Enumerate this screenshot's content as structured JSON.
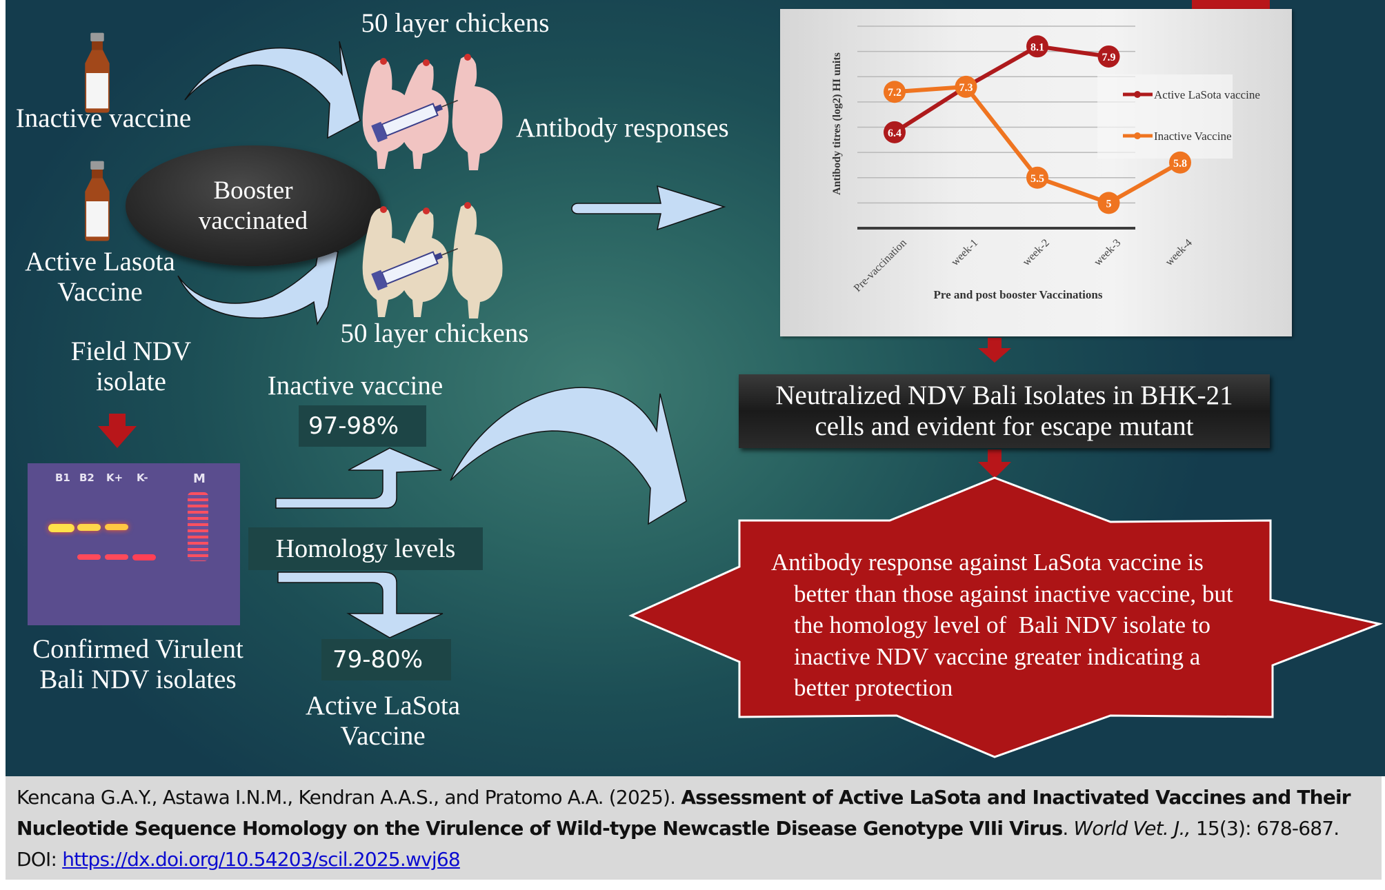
{
  "colors": {
    "background_teal": "#2a6462",
    "arrow_fill": "#c5dcf5",
    "accent_red": "#b8161a",
    "active_lasota_series": "#ae1a1c",
    "inactive_series": "#ef7420",
    "footer_bg": "#d9d9d9",
    "link": "#0b0bd0"
  },
  "vaccines": {
    "inactive_label": "Inactive vaccine",
    "active_label_line1": "Active Lasota",
    "active_label_line2": "Vaccine",
    "vial_icon": "vaccine-vial-icon"
  },
  "booster": {
    "line1": "Booster",
    "line2": "vaccinated"
  },
  "chickens": {
    "top_label": "50 layer chickens",
    "bottom_label": "50 layer chickens",
    "icon": "chicken-syringe-icon"
  },
  "antibody_label": "Antibody responses",
  "field": {
    "line1": "Field NDV",
    "line2": "isolate"
  },
  "gel": {
    "lanes": [
      "B1",
      "B2",
      "K+",
      "K-",
      "M"
    ]
  },
  "confirmed": {
    "line1": "Confirmed Virulent",
    "line2": "Bali NDV isolates"
  },
  "homology": {
    "title": "Homology levels",
    "inactive_label": "Inactive vaccine",
    "inactive_pct": "97-98%",
    "active_pct": "79-80%",
    "active_label_line1": "Active LaSota",
    "active_label_line2": "Vaccine"
  },
  "neutralized": {
    "line1": "Neutralized NDV Bali Isolates in BHK-21",
    "line2": "cells and evident for escape mutant"
  },
  "conclusion": {
    "lines": [
      "Antibody response against LaSota vaccine is",
      "better than those against inactive vaccine, but",
      "the homology level of  Bali NDV isolate to",
      "inactive NDV vaccine greater indicating a",
      "better protection"
    ]
  },
  "chart_data": {
    "type": "line",
    "title": "",
    "xlabel": "Pre and post booster Vaccinations",
    "ylabel": "Antibody titres (log2) HI units",
    "categories": [
      "Pre-vaccination",
      "week-1",
      "week-2",
      "week-3",
      "week-4"
    ],
    "series": [
      {
        "name": "Active LaSota vaccine",
        "color": "#ae1a1c",
        "values": [
          6.4,
          7.3,
          8.1,
          7.9,
          null
        ],
        "labels": [
          "6.4",
          "",
          "8.1",
          "7.9",
          ""
        ]
      },
      {
        "name": "Inactive Vaccine",
        "color": "#ef7420",
        "values": [
          7.2,
          7.3,
          5.5,
          5.0,
          5.8
        ],
        "labels": [
          "7.2",
          "7.3",
          "5.5",
          "5",
          "5.8"
        ]
      }
    ],
    "ylim": [
      4.5,
      8.5
    ],
    "grid_step": 0.5,
    "grid": true,
    "y_tick_labels_shown": false,
    "legend_position": "right"
  },
  "footer": {
    "authors": "Kencana G.A.Y., Astawa I.N.M., Kendran A.A.S., and Pratomo A.A. (2025). ",
    "title": "Assessment of Active LaSota and Inactivated Vaccines and Their Nucleotide Sequence Homology on the Virulence of Wild-type Newcastle Disease Genotype VIIi Virus",
    "after_title": ". ",
    "journal": "World Vet. J.,",
    "volume": " 15(3): 678-687. DOI: ",
    "doi_link": "https://dx.doi.org/10.54203/scil.2025.wvj68"
  }
}
